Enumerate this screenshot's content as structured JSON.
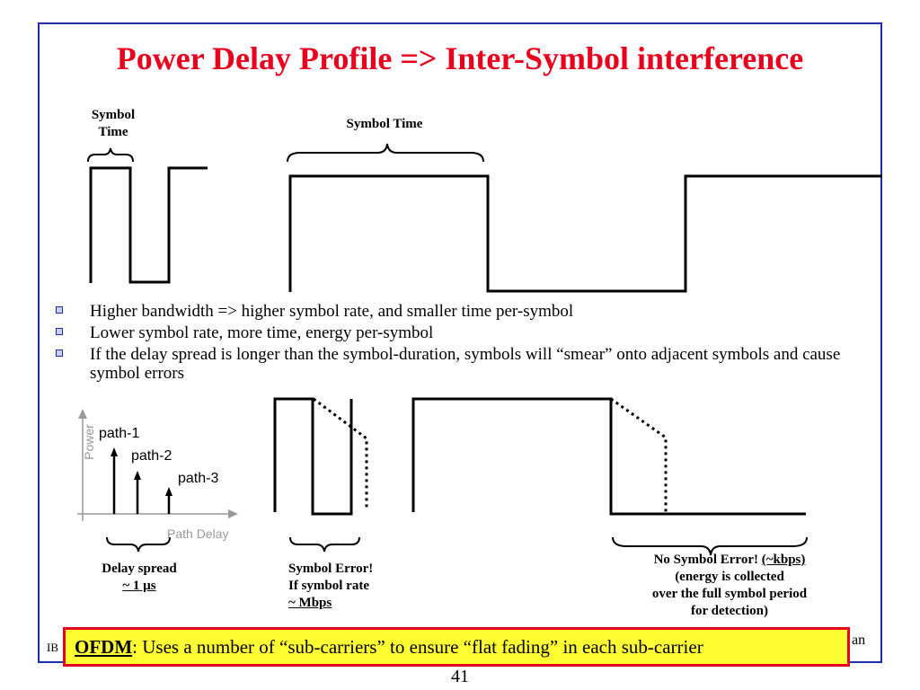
{
  "title": "Power Delay Profile => Inter-Symbol interference",
  "labels": {
    "symbol_time_short_1": "Symbol",
    "symbol_time_short_2": "Time",
    "symbol_time_long": "Symbol Time"
  },
  "bullets": [
    "Higher bandwidth => higher symbol rate, and smaller time per-symbol",
    "Lower symbol rate, more time, energy per-symbol",
    "If the delay spread is longer than the symbol-duration, symbols will “smear” onto adjacent symbols and cause symbol errors"
  ],
  "pdp": {
    "ylabel": "Power",
    "xlabel": "Path Delay",
    "paths": [
      "path-1",
      "path-2",
      "path-3"
    ]
  },
  "captions": {
    "delay_spread": "Delay spread",
    "delay_value": "~ 1 µs",
    "symbol_error": "Symbol Error!",
    "if_rate": "If symbol rate",
    "mbps": "~ Mbps",
    "no_error": "No Symbol Error!",
    "kbps": "(~kbps)",
    "energy_1": "(energy is collected",
    "energy_2": "over the full symbol period",
    "energy_3": "for detection)"
  },
  "ofdm": {
    "keyword": "OFDM",
    "text": ": Uses a number of “sub-carriers” to ensure “flat fading” in each sub-carrier"
  },
  "footer_left": "IB",
  "footer_right": "an",
  "page_number": "41",
  "colors": {
    "title": "#e8001c",
    "frame": "#1f2fa8",
    "ofdm_bg": "#ffff33",
    "ofdm_border": "#e8001c"
  }
}
